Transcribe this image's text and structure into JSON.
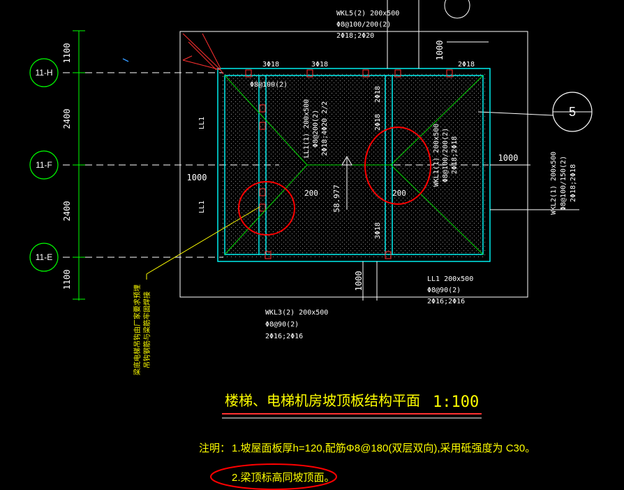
{
  "axes": {
    "h": "11-H",
    "f": "11-F",
    "e": "11-E",
    "detail": "5"
  },
  "dims": {
    "d1100_top": "1100",
    "d2400_a": "2400",
    "d2400_b": "2400",
    "d1100_bot": "1100",
    "d1000_top": "1000",
    "d1000_left": "1000",
    "d1000_right": "1000",
    "d1000_bot": "1000",
    "d200_a": "200",
    "d200_b": "200",
    "elev": "58.977"
  },
  "beams": {
    "wkl5_1": "WKL5(2) 200x500",
    "wkl5_2": "Φ8@100/200(2)",
    "wkl5_3": "2Φ18;2Φ20",
    "top_rebar_a": "3Φ18",
    "top_rebar_b": "3Φ18",
    "top_rebar_c": "2Φ18",
    "stirrup_top": "Φ8@100(2)",
    "ll1_left_a": "LL1",
    "ll1_left_b": "LL1",
    "ll1_1": "LL1(1) 200x500",
    "ll1_2": "Φ8@200(2)",
    "ll1_3": "2Φ18;4Φ20 2/2",
    "wkl1_1": "WKL1(1) 200x500",
    "wkl1_2": "Φ8@100/200(2)",
    "wkl1_3": "2Φ18;2Φ18",
    "mid_2_18": "2Φ18",
    "bot_3_18": "3Φ18",
    "bot_2_18": "2Φ18",
    "wkl2_1": "WKL2(1) 200x500",
    "wkl2_2": "Φ8@100/150(2)",
    "wkl2_3": "2Φ18;2Φ18",
    "ll1b_1": "LL1 200x500",
    "ll1b_2": "Φ8@90(2)",
    "ll1b_3": "2Φ16;2Φ16",
    "wkl3_1": "WKL3(2) 200x500",
    "wkl3_2": "Φ8@90(2)",
    "wkl3_3": "2Φ16;2Φ16"
  },
  "note_vertical_1": "梁底电梯吊钩由厂家要求预埋",
  "note_vertical_2": "吊钩钢筋与梁筋牢固焊接",
  "title": {
    "text": "楼梯、电梯机房坡顶板结构平面",
    "scale": "1:100"
  },
  "notes": {
    "label": "注明：",
    "line1": "1.坡屋面板厚h=120,配筋Φ8@180(双层双向),采用砥强度为 C30。",
    "line2": "2.梁顶标高同坡顶面。"
  },
  "colors": {
    "background": "#000000",
    "axis_line": "#ffffff",
    "grid_circle": "#00ff00",
    "beam_outline": "#00ffff",
    "text": "#ffff00",
    "markup": "#ff0000",
    "title_underline": "#ff0000"
  }
}
